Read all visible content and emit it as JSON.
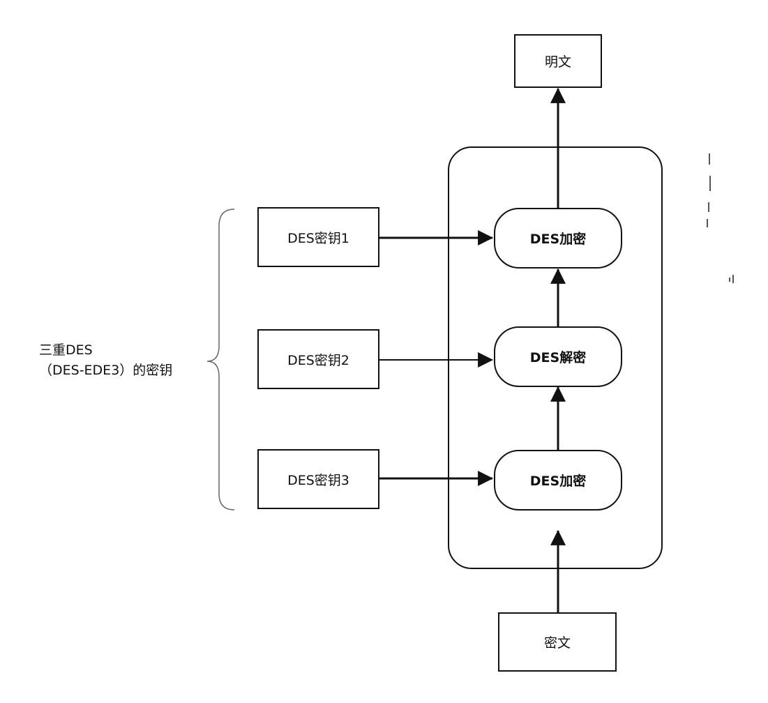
{
  "nodes": {
    "plaintext": "明文",
    "ciphertext": "密文",
    "key1": "DES密钥1",
    "key2": "DES密钥2",
    "key3": "DES密钥3",
    "step_top": "DES加密",
    "step_middle": "DES解密",
    "step_bottom": "DES加密"
  },
  "brace_label": {
    "line1": "三重DES",
    "line2": "（DES-EDE3）的密钥"
  },
  "colors": {
    "stroke": "#111111",
    "background": "#ffffff"
  }
}
